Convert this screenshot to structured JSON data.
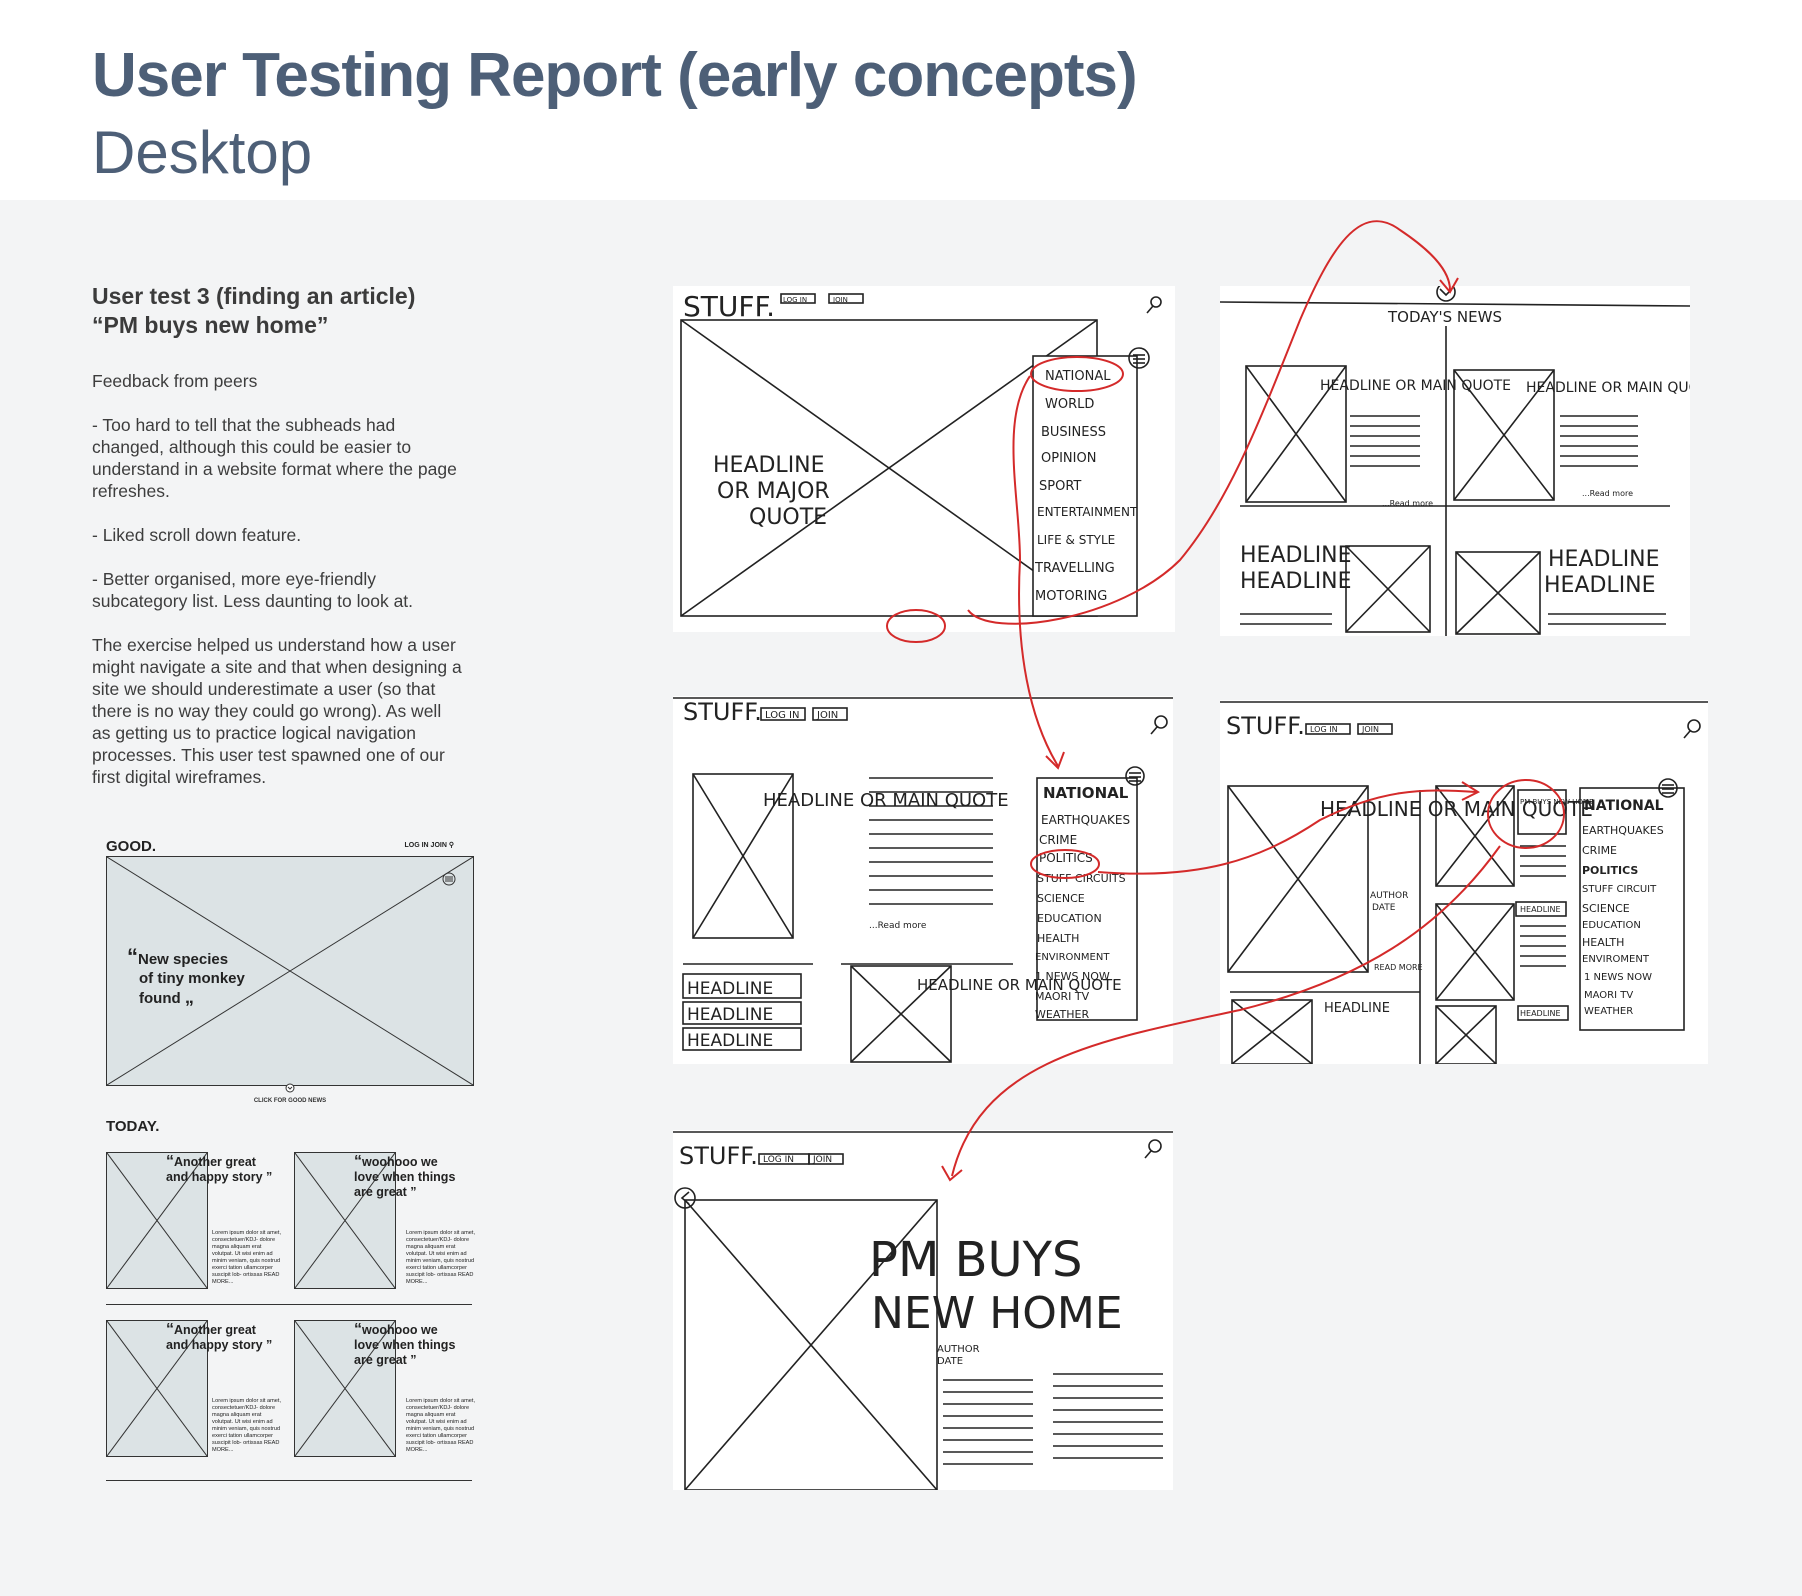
{
  "header": {
    "title": "User Testing Report (early concepts)",
    "subtitle": "Desktop"
  },
  "left": {
    "test_title_line1": "User test 3 (finding an article)",
    "test_title_line2": "“PM buys new home”",
    "feedback_label": "Feedback from peers",
    "feedback_1": "- Too hard to tell that the subheads had changed, although this could be easier to understand in a website format where the page refreshes.",
    "feedback_2": "- Liked scroll down feature.",
    "feedback_3": "- Better organised, more eye-friendly subcategory list. Less daunting to look at.",
    "summary": "The exercise helped us understand how a user might navigate a site and that when designing a site we should underestimate a user (so that there is no way they could go wrong). As well as getting us to practice logical navigation processes. This user test spawned one of our first digital wireframes."
  },
  "wireframe": {
    "good_label": "GOOD.",
    "nav": "LOG IN   JOIN",
    "hero_quote_l1": "New species",
    "hero_quote_l2": "of tiny monkey",
    "hero_quote_l3": "found",
    "cta": "CLICK FOR GOOD NEWS",
    "today_label": "TODAY.",
    "cards": [
      {
        "quote": "Another great and happy story",
        "body": "Lorem ipsum dolor sit amet, consectetuer/KDJ- dolore magna aliquam erat volutpat. Ut wisi enim ad minim veniam, quis nostrud exerci tation ullamcorper suscipit lob- ortissas READ MORE..."
      },
      {
        "quote": "woohooo we love when things are great",
        "body": "Lorem ipsum dolor sit amet, consectetuer/KDJ- dolore magna aliquam erat volutpat. Ut wisi enim ad minim veniam, quis nostrud exerci tation ullamcorper suscipit lob- ortissas READ MORE..."
      },
      {
        "quote": "Another great and happy story",
        "body": "Lorem ipsum dolor sit amet, consectetuer/KDJ- dolore magna aliquam erat volutpat. Ut wisi enim ad minim veniam, quis nostrud exerci tation ullamcorper suscipit lob- ortissas READ MORE..."
      },
      {
        "quote": "woohooo we love when things are great",
        "body": "Lorem ipsum dolor sit amet, consectetuer/KDJ- dolore magna aliquam erat volutpat. Ut wisi enim ad minim veniam, quis nostrud exerci tation ullamcorper suscipit lob- ortissas READ MORE..."
      }
    ]
  },
  "sketches": {
    "logo": "STUFF.",
    "login": "LOG IN",
    "join": "JOIN",
    "s1": {
      "quote_l1": "HEADLINE",
      "quote_l2": "OR MAJOR",
      "quote_l3": "QUOTE",
      "menu": [
        "NATIONAL",
        "WORLD",
        "BUSINESS",
        "OPINION",
        "SPORT",
        "ENTERTAINMENT",
        "LIFE & STYLE",
        "TRAVELLING",
        "MOTORING"
      ]
    },
    "s2": {
      "heading": "TODAY'S NEWS",
      "quote": "HEADLINE OR MAIN QUOTE",
      "read_more": "...Read more",
      "headline": "HEADLINE"
    },
    "s3": {
      "quote": "HEADLINE OR MAIN QUOTE",
      "read_more": "...Read more",
      "headline": "HEADLINE",
      "menu": [
        "NATIONAL",
        "EARTHQUAKES",
        "CRIME",
        "POLITICS",
        "STUFF CIRCUITS",
        "SCIENCE",
        "EDUCATION",
        "HEALTH",
        "ENVIRONMENT",
        "1 NEWS NOW",
        "MAORI TV",
        "WEATHER"
      ]
    },
    "s4": {
      "quote": "HEADLINE OR MAIN QUOTE",
      "author": "AUTHOR",
      "date": "DATE",
      "read_more": "READ MORE",
      "headline": "HEADLINE",
      "pm_box": "PM BUYS NEW HOME",
      "menu": [
        "NATIONAL",
        "EARTHQUAKES",
        "CRIME",
        "POLITICS",
        "STUFF CIRCUIT",
        "SCIENCE",
        "EDUCATION",
        "HEALTH",
        "ENVIROMENT",
        "1 NEWS NOW",
        "MAORI TV",
        "WEATHER"
      ]
    },
    "s5": {
      "title_l1": "PM BUYS",
      "title_l2": "NEW HOME",
      "author": "AUTHOR",
      "date": "DATE"
    }
  },
  "colors": {
    "title": "#4d5f77",
    "annotation": "#d42a2a",
    "wireframe_fill": "#dce3e5"
  }
}
